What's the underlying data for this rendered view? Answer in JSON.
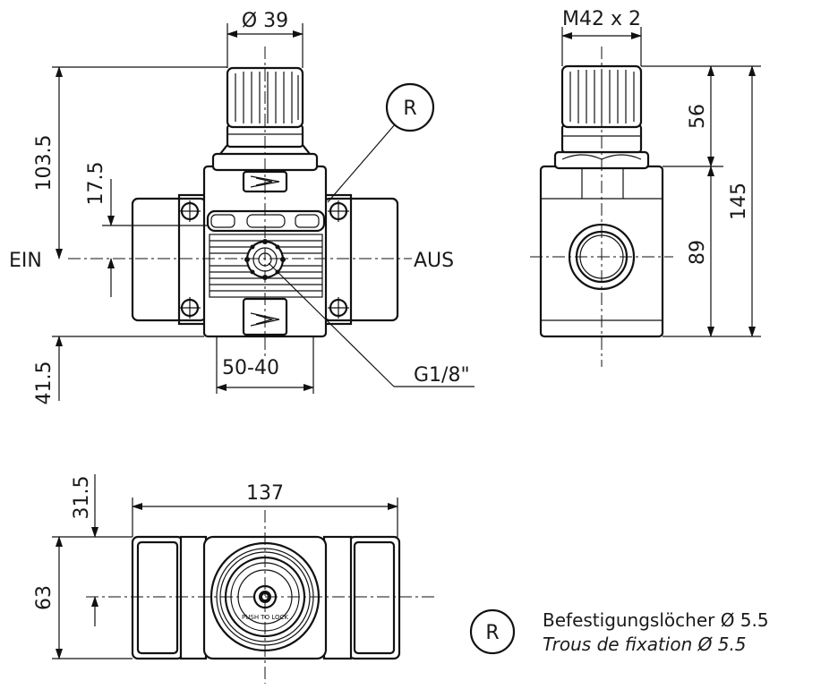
{
  "views": {
    "front": {
      "dim_knob_diameter": "Ø 39",
      "dim_height_total_left": "103.5",
      "dim_port_offset": "17.5",
      "dim_bottom_offset": "41.5",
      "dim_gauge_width": "50-40",
      "label_inlet": "EIN",
      "label_outlet": "AUS",
      "label_gauge_port": "G1/8\"",
      "callout_marker": "R"
    },
    "side": {
      "dim_thread": "M42 x 2",
      "dim_knob_height": "56",
      "dim_body_height": "89",
      "dim_total_height": "145"
    },
    "bottom": {
      "dim_length": "137",
      "dim_width": "63",
      "dim_offset": "31.5",
      "knob_text": "PUSH TO LOCK"
    }
  },
  "legend": {
    "marker": "R",
    "line1": "Befestigungslöcher Ø 5.5",
    "line2": "Trous de fixation Ø 5.5"
  }
}
